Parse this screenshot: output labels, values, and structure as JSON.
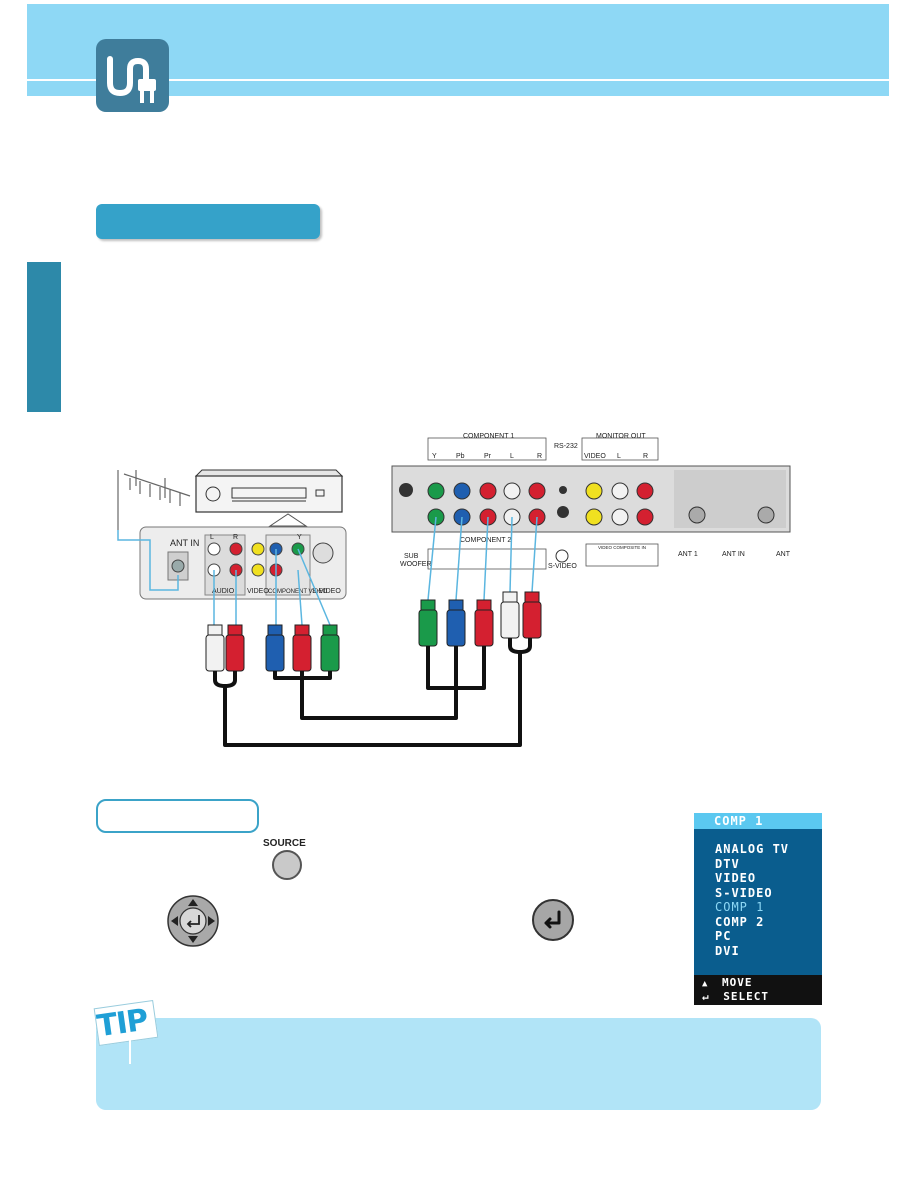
{
  "icons": {
    "plug": "plug-icon",
    "antenna": "antenna-icon",
    "vcr": "vcr-icon",
    "move": "up-down-arrow-icon",
    "select": "enter-arrow-icon"
  },
  "colors": {
    "header": "#8ed8f5",
    "accent": "#35a2c9",
    "osd_bg": "#0a5d8e",
    "cable_green": "#1a9a4a",
    "cable_blue": "#1f5fb0",
    "cable_red": "#d42030",
    "cable_white": "#f2f2f2",
    "cable_yellow": "#f0e020"
  },
  "vcr_panel": {
    "ant_in": "ANT IN",
    "audio": "AUDIO",
    "video": "VIDEO",
    "component_video": "COMPONENT VIDEO",
    "s_video": "S-VIDEO",
    "l": "L",
    "r": "R",
    "y": "Y"
  },
  "tv_panel": {
    "component1": "COMPONENT 1",
    "component2": "COMPONENT 2",
    "rs232": "RS-232",
    "monitor_out": "MONITOR OUT",
    "video": "VIDEO",
    "l": "L",
    "r": "R",
    "y": "Y",
    "pb": "Pb",
    "pr": "Pr",
    "sub_woofer_1": "SUB",
    "sub_woofer_2": "WOOFER",
    "s_video": "S-VIDEO",
    "video_composite_in": "VIDEO COMPOSITE IN",
    "ant1": "ANT 1",
    "ant_in": "ANT IN",
    "ant": "ANT"
  },
  "remote": {
    "source_label": "SOURCE"
  },
  "osd": {
    "title": "COMP 1",
    "items": [
      "ANALOG TV",
      "DTV",
      "VIDEO",
      "S-VIDEO",
      "COMP 1",
      "COMP 2",
      "PC",
      "DVI"
    ],
    "selected_index": 4,
    "move_label": "MOVE",
    "select_label": "SELECT"
  },
  "tip": {
    "label": "TIP"
  }
}
